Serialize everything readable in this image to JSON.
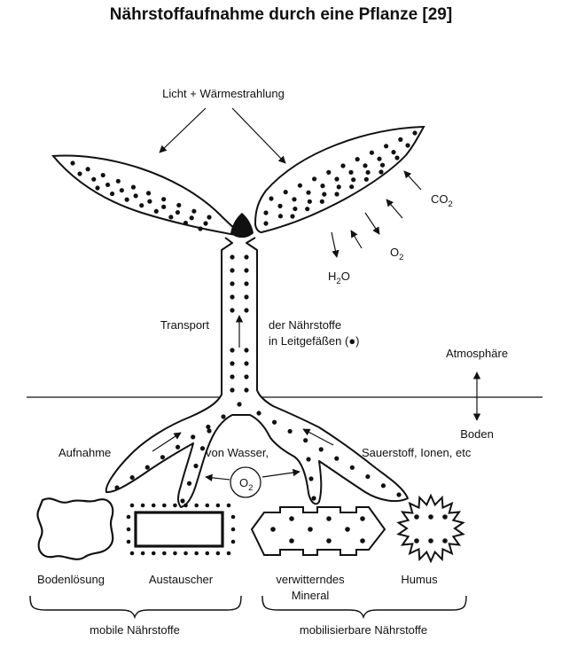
{
  "title": "Nährstoffaufnahme durch eine Pflanze [29]",
  "labels": {
    "light": "Licht + Wärmestrahlung",
    "co2_main": "CO",
    "co2_sub": "2",
    "o2_main": "O",
    "o2_sub": "2",
    "h2o_h": "H",
    "h2o_sub": "2",
    "h2o_o": "O",
    "transport": "Transport",
    "naehrstoffe": "der Nährstoffe",
    "leitgefaesse": "in Leitgefäßen (●)",
    "atmosphaere": "Atmosphäre",
    "boden": "Boden",
    "aufnahme": "Aufnahme",
    "von_wasser": "von Wasser,",
    "sauerstoff": "Sauerstoff, Ionen, etc",
    "o2_circle_main": "O",
    "o2_circle_sub": "2",
    "bodenloesung": "Bodenlösung",
    "austauscher": "Austauscher",
    "verwitterndes": "verwitterndes",
    "mineral": "Mineral",
    "humus": "Humus",
    "mobile": "mobile Nährstoffe",
    "mobilisierbare": "mobilisierbare Nährstoffe"
  }
}
